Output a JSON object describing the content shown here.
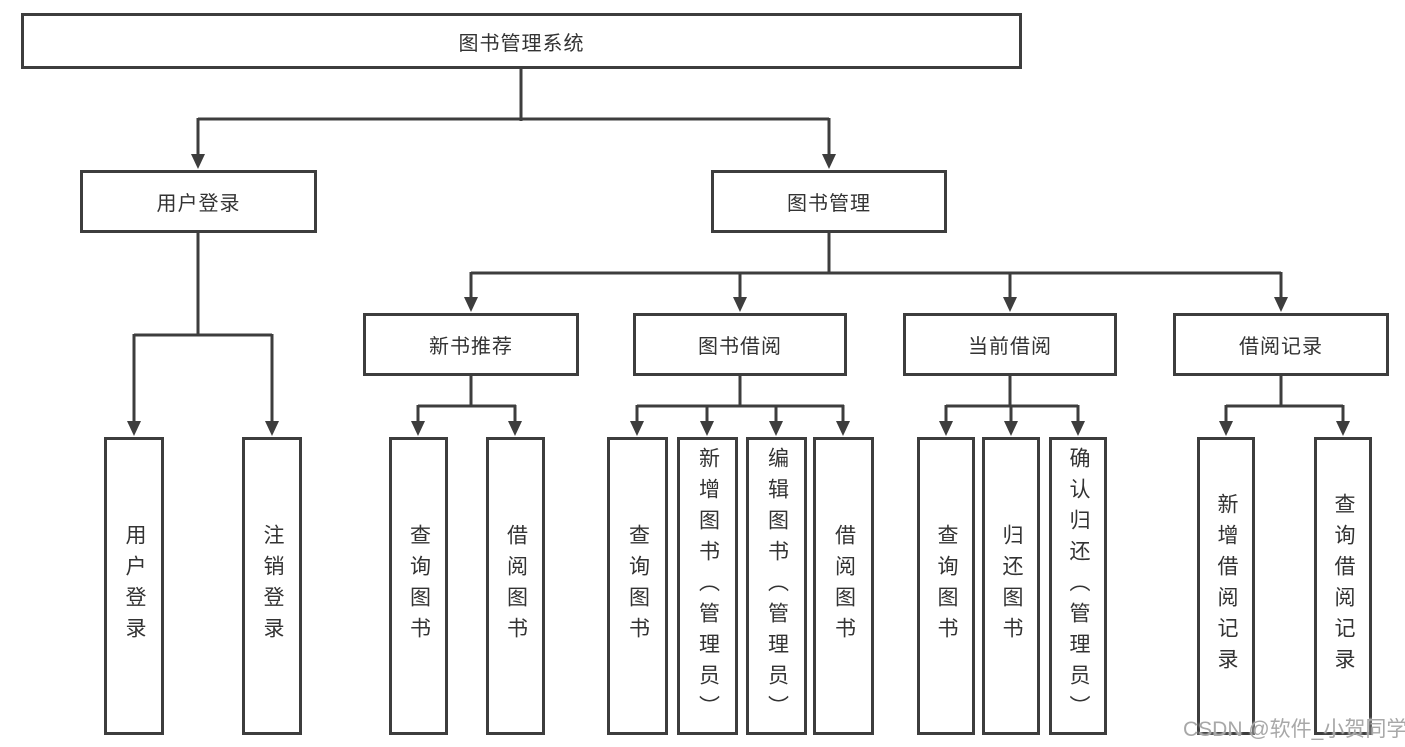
{
  "diagram": {
    "root": {
      "label": "图书管理系统"
    },
    "level2": [
      {
        "label": "用户登录"
      },
      {
        "label": "图书管理"
      }
    ],
    "user_login_children": [
      "用户登录",
      "注销登录"
    ],
    "level3": [
      {
        "label": "新书推荐"
      },
      {
        "label": "图书借阅"
      },
      {
        "label": "当前借阅"
      },
      {
        "label": "借阅记录"
      }
    ],
    "new_book_children": [
      "查询图书",
      "借阅图书"
    ],
    "book_borrow_children": [
      "查询图书",
      "新增图书（管理员）",
      "编辑图书（管理员）",
      "借阅图书"
    ],
    "current_borrow_children": [
      "查询图书",
      "归还图书",
      "确认归还（管理员）"
    ],
    "borrow_record_children": [
      "新增借阅记录",
      "查询借阅记录"
    ]
  },
  "watermark": {
    "text": "CSDN @软件_小贺同学"
  },
  "colors": {
    "line": "#3d3d3d",
    "text": "#333333",
    "background": "#ffffff",
    "watermark": "#a8a8a8"
  }
}
